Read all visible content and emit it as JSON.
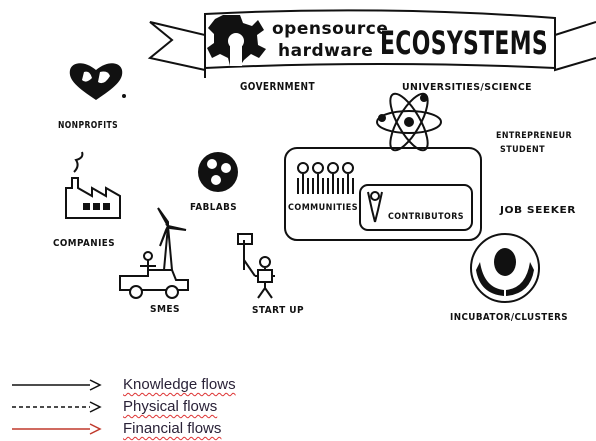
{
  "banner": {
    "line1": "opensource",
    "line2": "hardware",
    "line3": "ECOSYSTEMS"
  },
  "nodes": {
    "government": "GOVERNMENT",
    "nonprofits": "NONPROFITS",
    "universities": "UNIVERSITIES/SCIENCE",
    "entrepreneur_line1": "ENTREPRENEUR",
    "entrepreneur_line2": "STUDENT",
    "fablabs": "FABLABS",
    "communities": "COMMUNITIES",
    "contributors": "CONTRIBUTORS",
    "job_seeker": "JOB SEEKER",
    "companies": "COMPANIES",
    "smes": "SMES",
    "start_up": "START UP",
    "incubators": "INCUBATOR/CLUSTERS"
  },
  "legend": {
    "knowledge": "Knowledge flows",
    "physical": "Physical flows",
    "financial": "Financial flows"
  },
  "colors": {
    "ink": "#111111",
    "legend_text": "#2a2238",
    "financial_arrow": "#c0392b"
  }
}
